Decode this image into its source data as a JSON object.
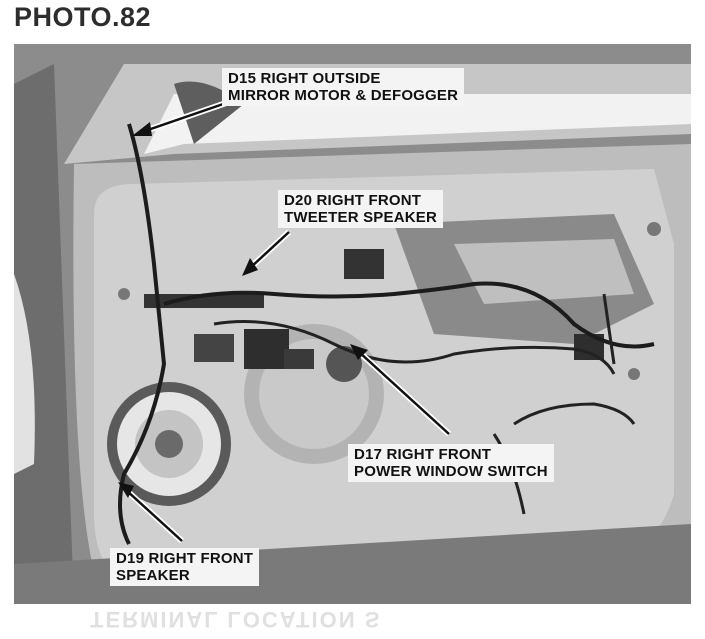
{
  "page": {
    "title": "PHOTO.82"
  },
  "callouts": [
    {
      "id": "d15",
      "lines": [
        "D15 RIGHT OUTSIDE",
        "MIRROR MOTOR & DEFOGGER"
      ]
    },
    {
      "id": "d20",
      "lines": [
        "D20 RIGHT FRONT",
        "TWEETER SPEAKER"
      ]
    },
    {
      "id": "d17",
      "lines": [
        "D17 RIGHT FRONT",
        "POWER WINDOW SWITCH"
      ]
    },
    {
      "id": "d19",
      "lines": [
        "D19 RIGHT FRONT",
        "SPEAKER"
      ]
    }
  ],
  "bleed_text": "TERMINAL LOCATION S"
}
